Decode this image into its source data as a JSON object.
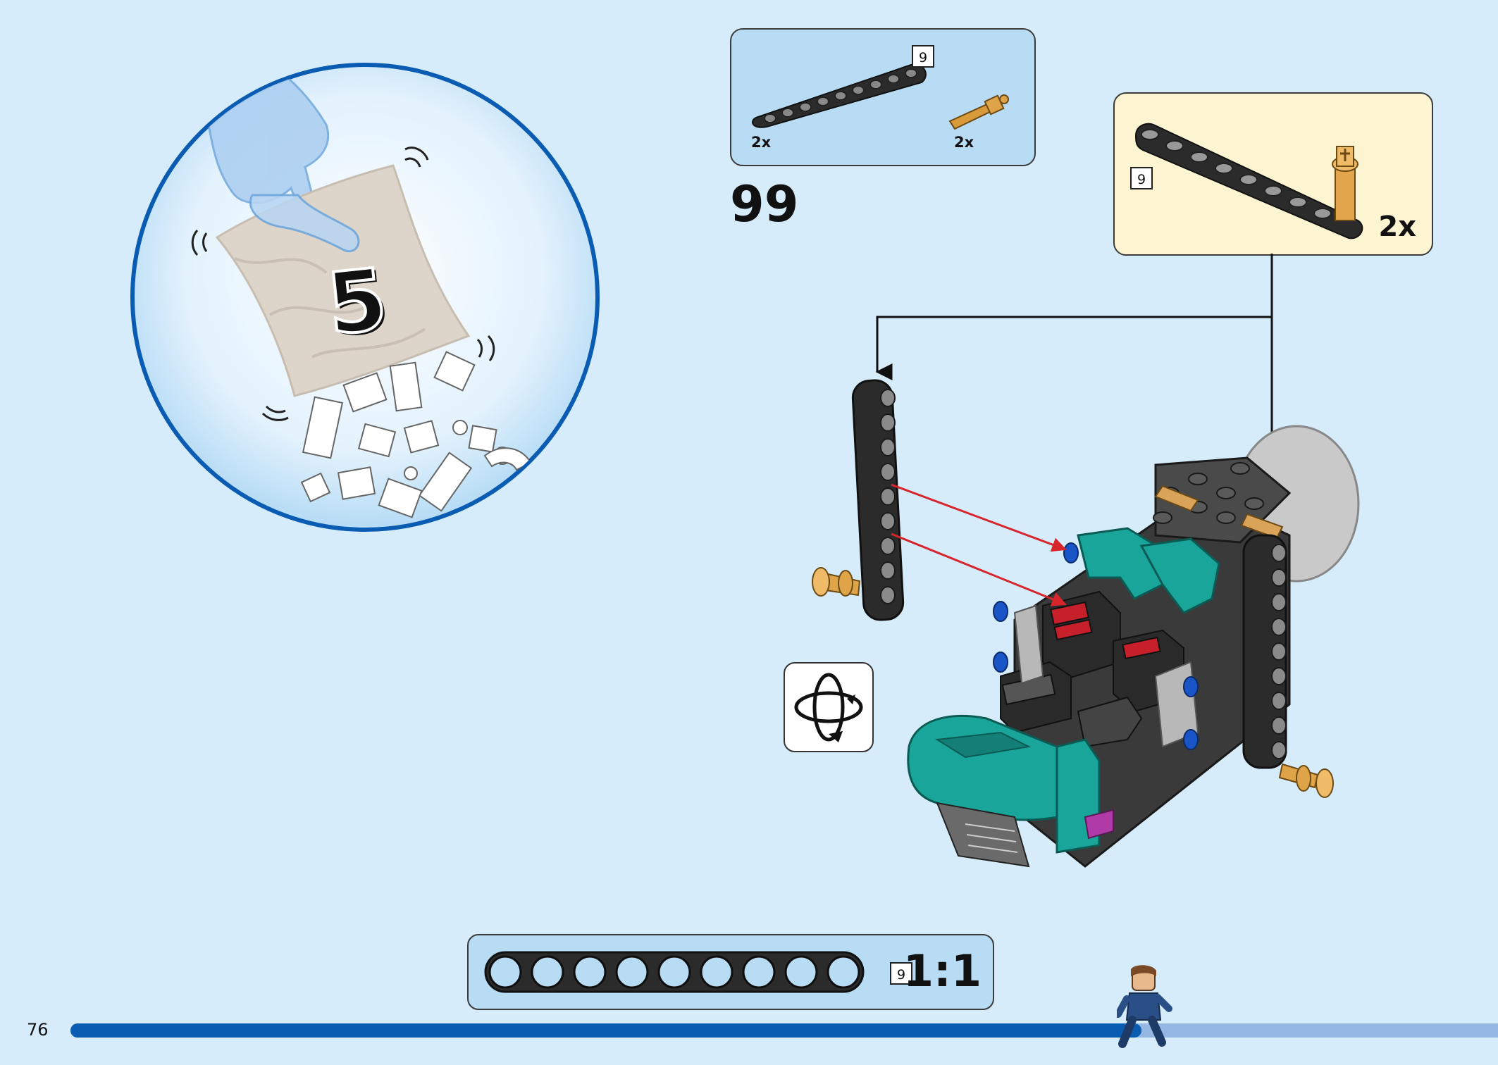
{
  "bag": {
    "number": "5"
  },
  "parts_list": [
    {
      "part": "black-beam-9",
      "qty": "2x",
      "length": "9"
    },
    {
      "part": "tan-axle-pin",
      "qty": "2x"
    }
  ],
  "step": {
    "number": "99"
  },
  "subassembly": {
    "qty": "2x",
    "beam_length": "9"
  },
  "scale_reference": {
    "beam_length": "9",
    "ratio": "1:1"
  },
  "page": {
    "number": "76",
    "progress": 0.75
  },
  "icons": [
    "rotate-model-icon",
    "minifigure-runner-icon"
  ],
  "colors": {
    "background": "#d6ecfb",
    "bubble_border": "#0a5bb2",
    "progress": "#0a5bb2",
    "callout_blue": "#b9dcf5",
    "callout_cream": "#fdf5d2",
    "arrow_red": "#d6262c",
    "teal": "#1aa59a"
  }
}
